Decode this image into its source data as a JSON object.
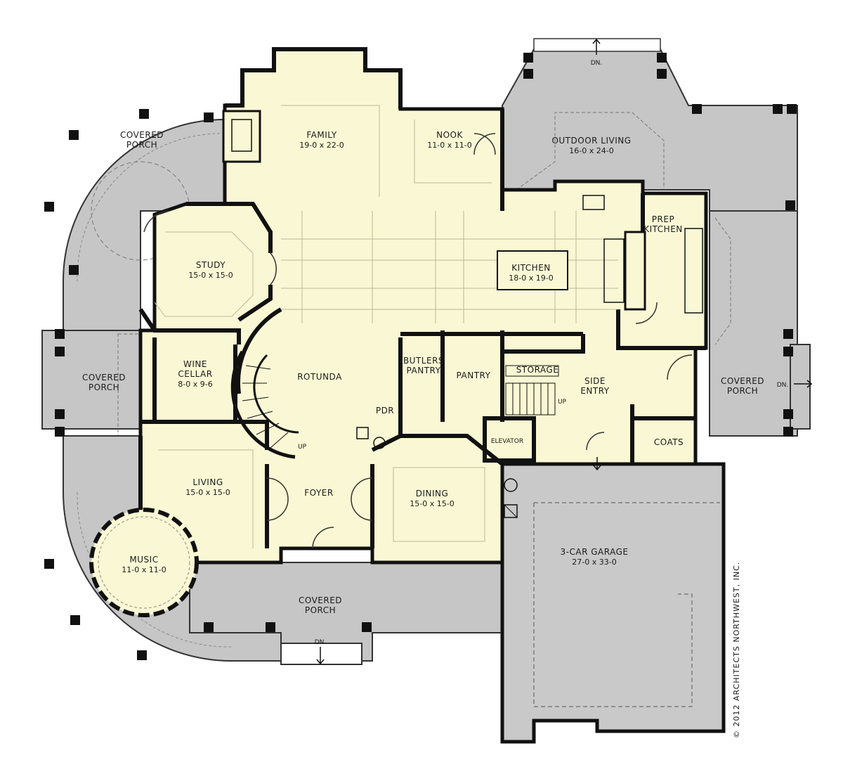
{
  "colors": {
    "interior": "#faf8d4",
    "porch": "#c6c6c6",
    "garage": "#c9c9c9",
    "wall": "#111111",
    "line": "#7a7a6a"
  },
  "rooms": {
    "family": {
      "name": "FAMILY",
      "size": "19-0 x 22-0"
    },
    "nook": {
      "name": "NOOK",
      "size": "11-0 x 11-0"
    },
    "outdoor_living": {
      "name": "OUTDOOR LIVING",
      "size": "16-0 x 24-0"
    },
    "covered_porch_nw": {
      "name_1": "COVERED",
      "name_2": "PORCH"
    },
    "study": {
      "name": "STUDY",
      "size": "15-0 x 15-0"
    },
    "kitchen": {
      "name": "KITCHEN",
      "size": "18-0 x 19-0"
    },
    "prep_kitchen": {
      "name_1": "PREP",
      "name_2": "KITCHEN"
    },
    "wine_cellar": {
      "name_1": "WINE",
      "name_2": "CELLAR",
      "size": "8-0 x 9-6"
    },
    "covered_porch_w": {
      "name_1": "COVERED",
      "name_2": "PORCH"
    },
    "rotunda": {
      "name": "ROTUNDA"
    },
    "butlers_pantry": {
      "name_1": "BUTLERS",
      "name_2": "PANTRY"
    },
    "pantry": {
      "name": "PANTRY"
    },
    "storage": {
      "name": "STORAGE"
    },
    "side_entry": {
      "name_1": "SIDE",
      "name_2": "ENTRY"
    },
    "covered_porch_e": {
      "name_1": "COVERED",
      "name_2": "PORCH"
    },
    "pdr": {
      "name": "PDR"
    },
    "elevator": {
      "name": "ELEVATOR"
    },
    "coats": {
      "name": "COATS"
    },
    "living": {
      "name": "LIVING",
      "size": "15-0 x 15-0"
    },
    "foyer": {
      "name": "FOYER"
    },
    "dining": {
      "name": "DINING",
      "size": "15-0 x 15-0"
    },
    "music": {
      "name": "MUSIC",
      "size": "11-0 x 11-0"
    },
    "garage": {
      "name": "3-CAR GARAGE",
      "size": "27-0 x 33-0"
    },
    "covered_porch_s": {
      "name_1": "COVERED",
      "name_2": "PORCH"
    }
  },
  "markers": {
    "dn_north": "DN.",
    "dn_east": "DN.",
    "dn_south": "DN.",
    "up_stair": "UP",
    "up_rear": "UP"
  },
  "copyright": "© 2012 ARCHITECTS NORTHWEST, INC."
}
